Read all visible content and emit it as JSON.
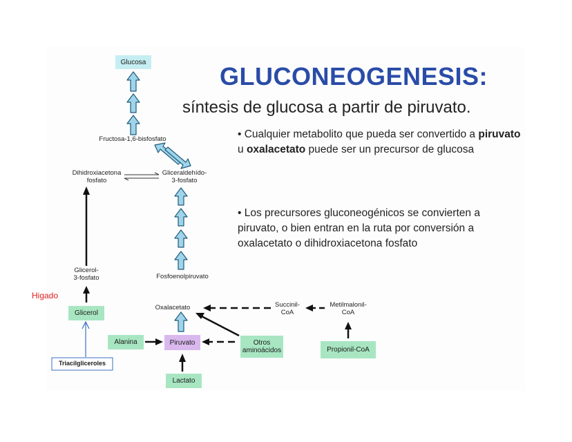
{
  "title": "GLUCONEOGENESIS:",
  "subtitle": "síntesis de glucosa a partir de piruvato.",
  "bullets": {
    "b1_prefix": "• Cualquier metabolito que pueda ser convertido a",
    "b1_w1": "piruvato",
    "b1_mid": " u ",
    "b1_w2": "oxalacetato",
    "b1_suffix": " puede ser un precursor de glucosa",
    "b2": "• Los precursores gluconeogénicos se convierten a piruvato, o bien entran en la ruta por conversión a oxalacetato o dihidroxiacetona fosfato"
  },
  "nodes": {
    "glucosa": "Glucosa",
    "fructosa": "Fructosa-1,6-bisfosfato",
    "dihidroxi_1": "Dihidroxiacetona",
    "dihidroxi_2": "fosfato",
    "gliceraldehido_1": "Gliceraldehído-",
    "gliceraldehido_2": "3-fosfato",
    "glicerol3p_1": "Glicerol-",
    "glicerol3p_2": "3-fosfato",
    "glicerol": "Glicerol",
    "fosfoenol": "Fosfoenolpiruvato",
    "oxalacetato": "Oxalacetato",
    "succinil_1": "Succinil-",
    "succinil_2": "CoA",
    "metilmalonil_1": "Metilmalonil-",
    "metilmalonil_2": "CoA",
    "alanina": "Alanina",
    "piruvato": "Piruvato",
    "otros_1": "Otros",
    "otros_2": "aminoácidos",
    "propionil": "Propionil-CoA",
    "lactato": "Lactato",
    "higado": "Higado",
    "triacilgliceroles": "Triacilgliceroles"
  },
  "colors": {
    "cyan_box": "#c5eef2",
    "green_box": "#a8e6c2",
    "purple_box": "#d9b8ee",
    "arrow_fill": "#9fd4ea",
    "arrow_stroke": "#1e5a7a",
    "title": "#2a4ca8",
    "higado": "#e02020",
    "blue_line": "#3a6fc4"
  }
}
